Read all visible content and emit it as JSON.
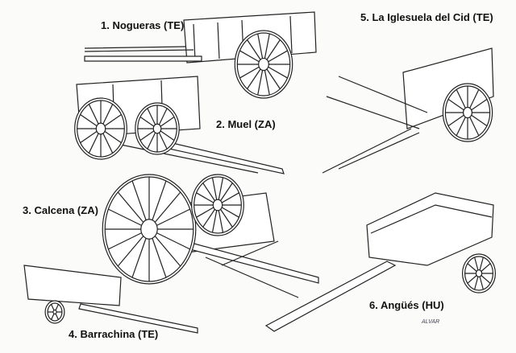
{
  "labels": {
    "cart1": "1. Nogueras (TE)",
    "cart2": "2. Muel (ZA)",
    "cart3": "3. Calcena (ZA)",
    "cart4": "4. Barrachina (TE)",
    "cart5": "5. La Iglesuela del Cid (TE)",
    "cart6": "6. Angüés (HU)"
  },
  "signature": "ALVAR"
}
